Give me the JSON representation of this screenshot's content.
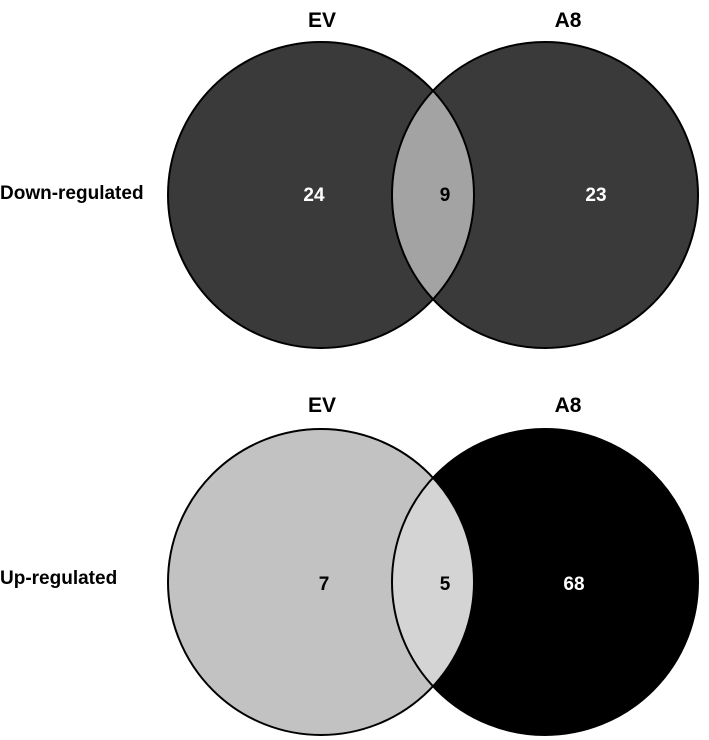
{
  "diagrams": [
    {
      "row_label": "Down-regulated",
      "sets": [
        {
          "name": "EV",
          "only_count": "24",
          "fill": "#3a3a3a",
          "count_color": "#ffffff"
        },
        {
          "name": "A8",
          "only_count": "23",
          "fill": "#3a3a3a",
          "count_color": "#ffffff"
        }
      ],
      "overlap": {
        "count": "9",
        "fill": "#a3a3a3",
        "count_color": "#000000"
      }
    },
    {
      "row_label": "Up-regulated",
      "sets": [
        {
          "name": "EV",
          "only_count": "7",
          "fill": "#c2c2c2",
          "count_color": "#000000"
        },
        {
          "name": "A8",
          "only_count": "68",
          "fill": "#000000",
          "count_color": "#ffffff"
        }
      ],
      "overlap": {
        "count": "5",
        "fill": "#d4d4d4",
        "count_color": "#000000"
      }
    }
  ]
}
